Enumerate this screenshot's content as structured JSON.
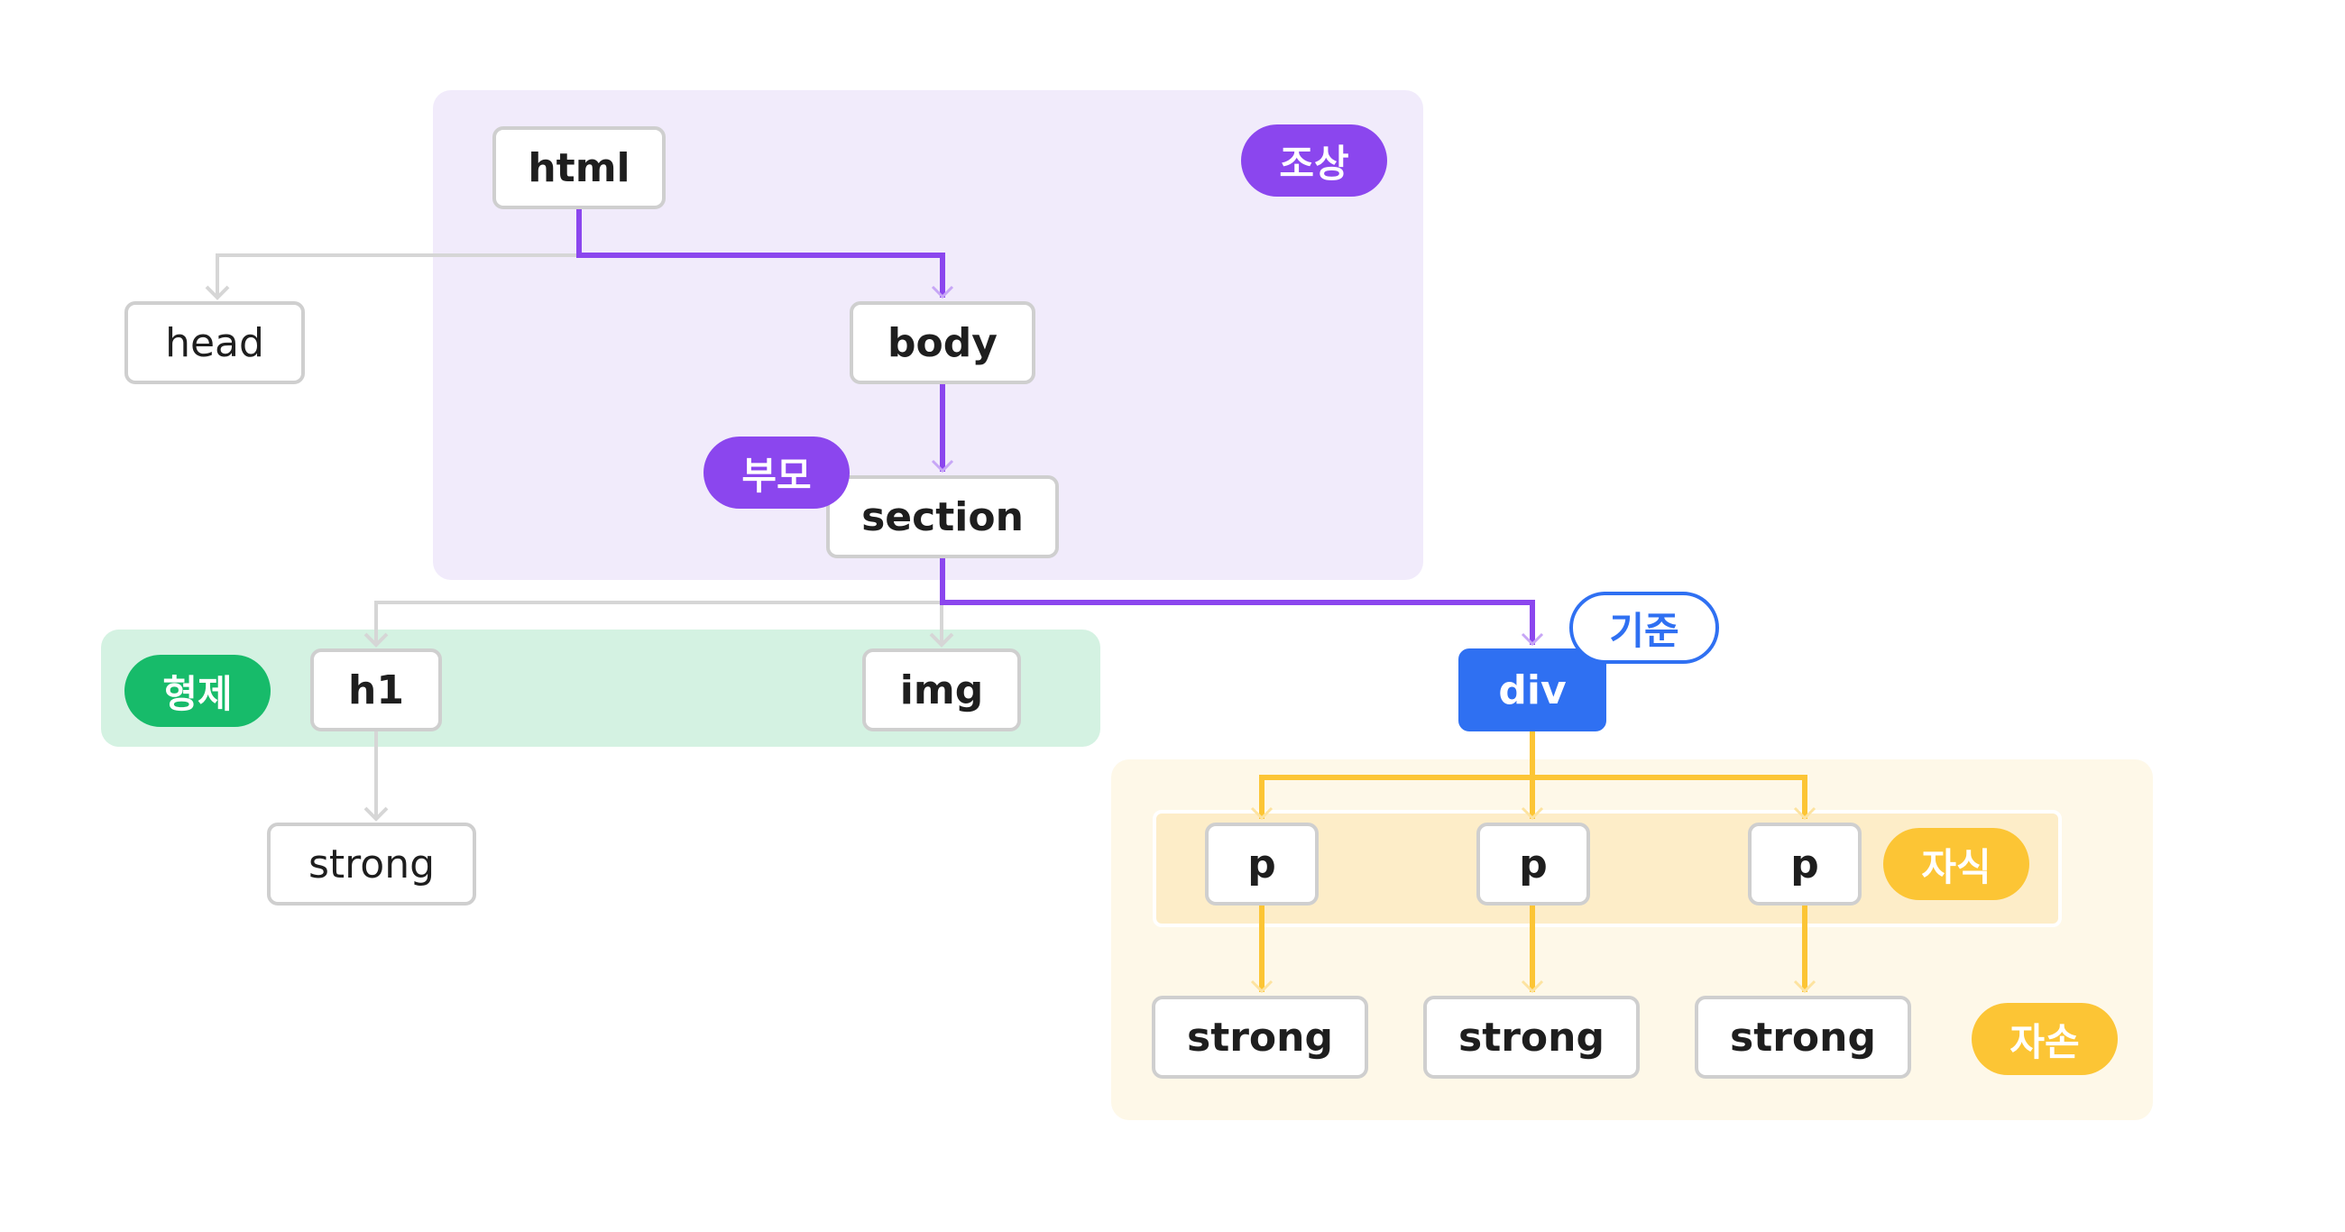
{
  "colors": {
    "ancestor_purple": "#8b46ee",
    "sibling_green": "#17bb6a",
    "base_blue": "#2f70f2",
    "descendant_yellow": "#fcc535",
    "inactive_gray": "#cfcfcf"
  },
  "nodes": {
    "html": "html",
    "head": "head",
    "body": "body",
    "section": "section",
    "h1": "h1",
    "img": "img",
    "h1_strong": "strong",
    "div": "div",
    "p1": "p",
    "p2": "p",
    "p3": "p",
    "strong1": "strong",
    "strong2": "strong",
    "strong3": "strong"
  },
  "badges": {
    "ancestor": "조상",
    "parent": "부모",
    "sibling": "형제",
    "base": "기준",
    "child": "자식",
    "descendant": "자손"
  }
}
